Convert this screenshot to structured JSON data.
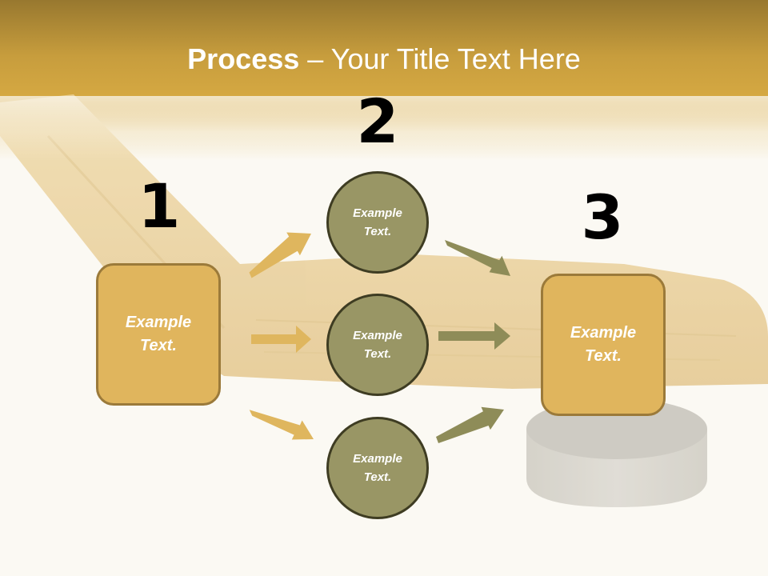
{
  "title": {
    "bold_part": "Process",
    "separator": " – ",
    "rest": "Your Title Text Here"
  },
  "steps": [
    {
      "number": "1",
      "text": "Example Text."
    },
    {
      "number": "2",
      "items": [
        "Example Text.",
        "Example Text.",
        "Example Text."
      ]
    },
    {
      "number": "3",
      "text": "Example Text."
    }
  ],
  "colors": {
    "header_gold": "#d7aa43",
    "box_fill": "#e0b55d",
    "box_border": "#9b7a3a",
    "circle_fill": "#999665",
    "circle_border": "#3e3c22",
    "arrow_gold": "#dfb65e",
    "arrow_olive": "#8e8c58"
  }
}
